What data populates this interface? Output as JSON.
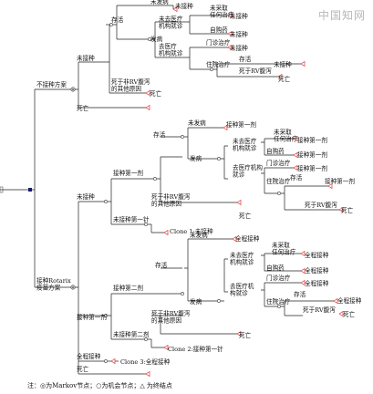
{
  "watermark": "中国知网",
  "footnote": "注：◎为Markov节点；○为机会节点；△ 为终结点",
  "labels": {
    "not_vacc": "不接种方案",
    "rotarix": "接种Rotarix疫苗方案",
    "unvaccinated": "未接种",
    "death": "死亡",
    "survive": "存活",
    "no_disease": "未发病",
    "disease": "发病",
    "no_medical": "未去医疗机构就诊",
    "medical": "去医疗机构就诊",
    "no_treatment": "未采取任何治疗",
    "self_med": "自购药",
    "outpatient": "门诊治疗",
    "hospital": "住院治疗",
    "death_rv": "死于RV腹泻",
    "death_other": "死于非RV腹泻的其他原因",
    "dose1": "接种第一剂",
    "dose2": "接种第二剂",
    "full": "全程接种",
    "not_dose1": "未接种第一针",
    "not_dose2": "未接种第二剂",
    "clone1": "Clone 1:未接种",
    "clone2": "Clone 2:接种第一针",
    "clone3": "Clone 3:全程接种"
  }
}
